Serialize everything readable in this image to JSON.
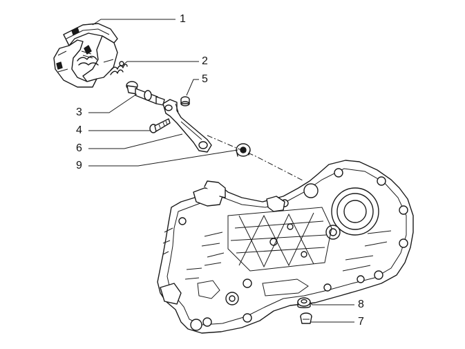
{
  "callouts": {
    "n1": "1",
    "n2": "2",
    "n3": "3",
    "n4": "4",
    "n5": "5",
    "n6": "6",
    "n7": "7",
    "n8": "8",
    "n9": "9"
  },
  "colors": {
    "ink": "#1a1a1a",
    "background": "#ffffff"
  }
}
